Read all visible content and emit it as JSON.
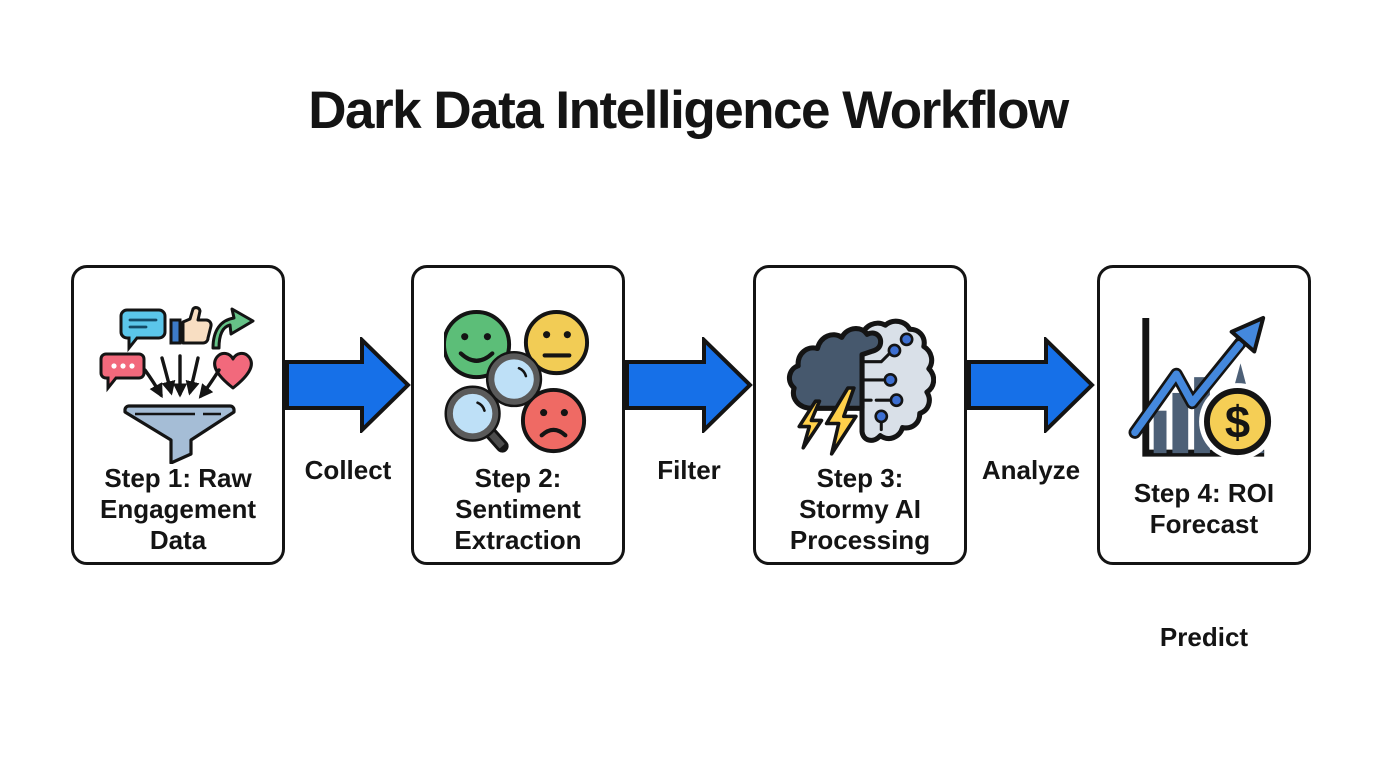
{
  "title": "Dark Data Intelligence Workflow",
  "steps": [
    {
      "label": "Step 1: Raw Engagement Data",
      "lines": [
        "Step 1: Raw",
        "Engagement",
        "Data"
      ],
      "icon": "engagement-funnel-icon"
    },
    {
      "label": "Step 2: Sentiment Extraction",
      "lines": [
        "Step 2:",
        "Sentiment",
        "Extraction"
      ],
      "icon": "sentiment-analysis-icon"
    },
    {
      "label": "Step 3: Stormy AI Processing",
      "lines": [
        "Step 3:",
        "Stormy AI",
        "Processing"
      ],
      "icon": "storm-cloud-brain-icon"
    },
    {
      "label": "Step 4: ROI Forecast",
      "lines": [
        "Step 4: ROI",
        "Forecast"
      ],
      "icon": "roi-growth-chart-icon"
    }
  ],
  "connectors": [
    {
      "label": "Collect",
      "has_arrow": true
    },
    {
      "label": "Filter",
      "has_arrow": true
    },
    {
      "label": "Analyze",
      "has_arrow": true
    },
    {
      "label": "Predict",
      "has_arrow": false
    }
  ],
  "colors": {
    "arrow_blue": "#1670e8",
    "outline_black": "#141414",
    "chat_bubble_blue": "#5bc6ea",
    "share_green": "#66c388",
    "pink_red": "#f2697c",
    "funnel_steel": "#a5bdd6",
    "smiley_green": "#5cbe78",
    "neutral_yellow": "#f2cc55",
    "sad_red": "#ef6a64",
    "lens_blue": "#bee0f7",
    "cloud_slate": "#46586d",
    "lightning_yellow": "#ffd04a",
    "brain_gray": "#d9e0e8",
    "circuit_node_blue": "#3d6fd1",
    "chart_bar_slate": "#4d6077",
    "trend_arrow_blue": "#4488dd",
    "coin_yellow": "#f5ce55"
  }
}
